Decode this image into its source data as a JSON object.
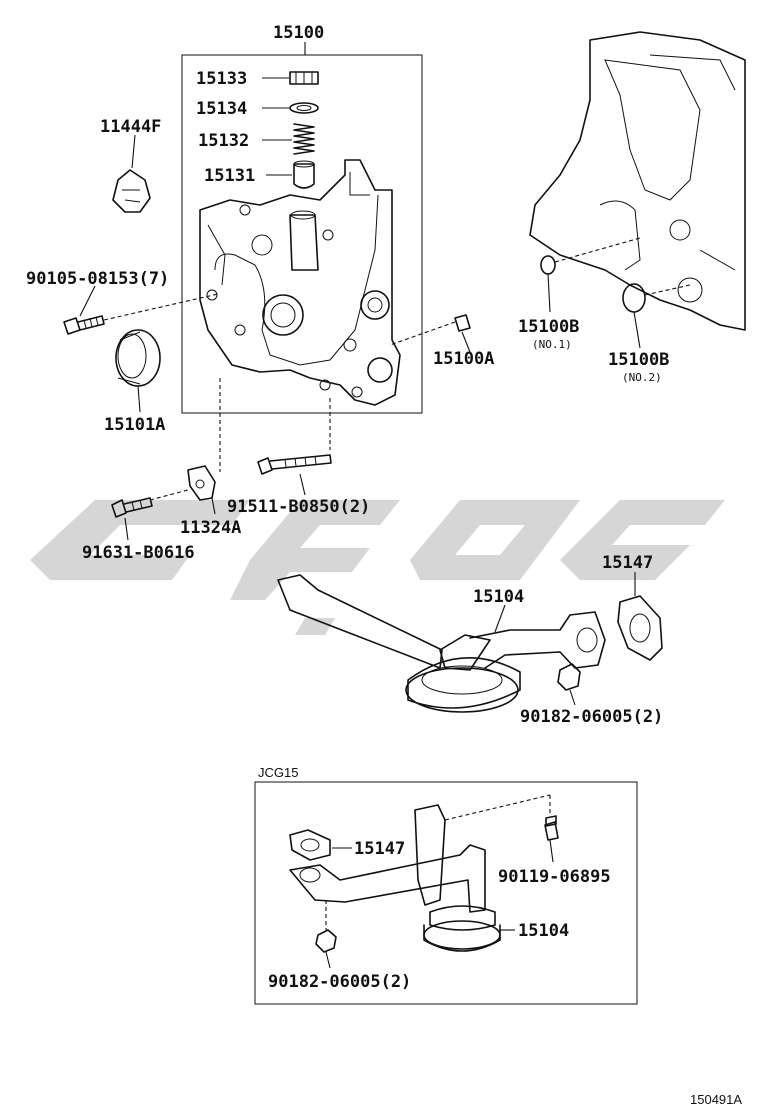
{
  "labels": {
    "assembly": "15100",
    "relief_plug": "15133",
    "relief_gasket": "15134",
    "relief_spring": "15132",
    "relief_valve": "15131",
    "clip": "11444F",
    "bolt_pump": "90105-08153(7)",
    "oil_seal": "15101A",
    "dowel": "15100A",
    "oring_1": "15100B",
    "oring_1_sub": "(NO.1)",
    "oring_2": "15100B",
    "oring_2_sub": "(NO.2)",
    "bolt_2": "91511-B0850(2)",
    "bracket": "11324A",
    "bolt_3": "91631-B0616",
    "gasket_strainer": "15147",
    "strainer": "15104",
    "nut": "90182-06005(2)",
    "inset_code": "JCG15",
    "inset_gasket": "15147",
    "inset_bolt": "90119-06895",
    "inset_strainer": "15104",
    "inset_nut": "90182-06005(2)",
    "figure_code": "150491A"
  },
  "watermark": {
    "color": "#cfcfcf"
  }
}
